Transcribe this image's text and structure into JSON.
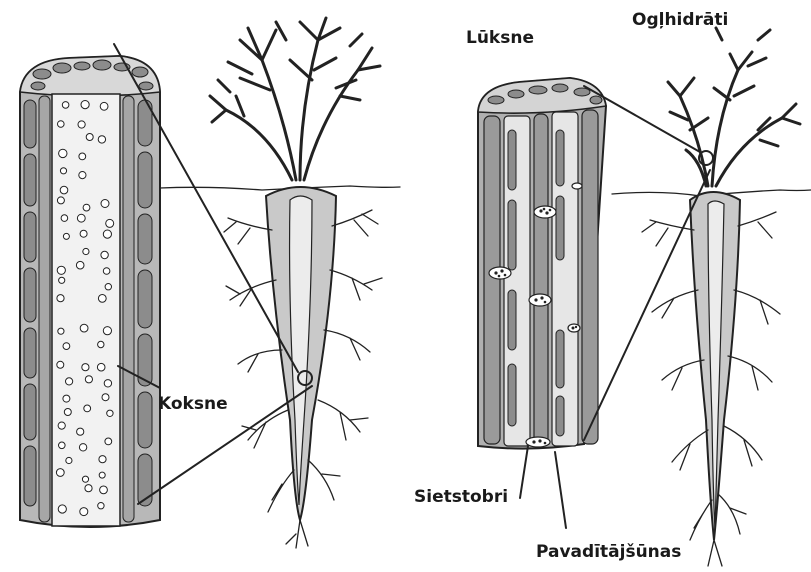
{
  "labels": {
    "xylem": "Koksne",
    "phloem": "Lūksne",
    "carbohydrates": "Ogļhidrāti",
    "sieve_tubes": "Sietstobri",
    "companion_cells": "Pavadītājšūnas"
  },
  "colors": {
    "ink": "#222222",
    "cell_fill": "#8c8c8c",
    "tissue_light": "#f2f2f2",
    "carrot_fill": "#c9c9c9",
    "carrot_core": "#ececec"
  }
}
